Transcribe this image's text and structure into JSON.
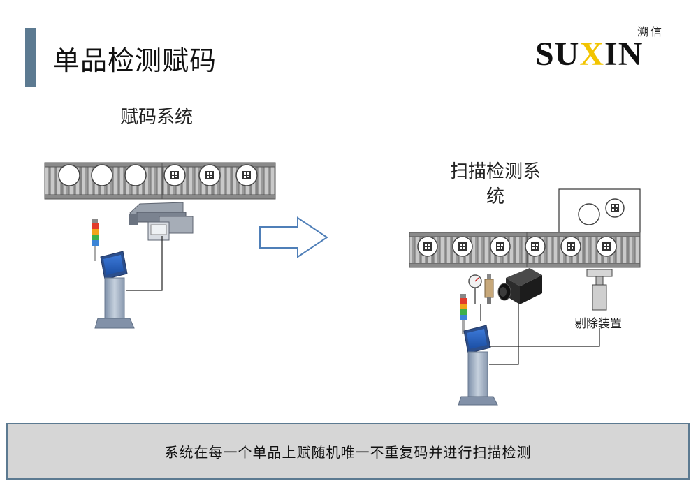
{
  "page": {
    "title": "单品检测赋码"
  },
  "logo": {
    "chinese": "溯信",
    "english_prefix": "SU",
    "english_x": "X",
    "english_suffix": "IN"
  },
  "labels": {
    "coding_system": "赋码系统",
    "scanning_system": "扫描检测系\n统",
    "reject_device": "剔除装置"
  },
  "footer": {
    "description": "系统在每一个单品上赋随机唯一不重复码并进行扫描检测"
  },
  "colors": {
    "accent": "#5c7a91",
    "logo_x": "#f2c400",
    "arrow_stroke": "#4f7fb8",
    "footer_bg": "#d6d6d6"
  },
  "icons": {
    "arrow": "right-arrow-icon",
    "printer": "laser-printer-icon",
    "kiosk": "kiosk-terminal-icon",
    "signal_tower": "signal-tower-light-icon",
    "camera": "industrial-camera-icon",
    "sensor": "photo-sensor-icon",
    "gauge": "pressure-gauge-icon",
    "rejector": "reject-cylinder-icon"
  }
}
